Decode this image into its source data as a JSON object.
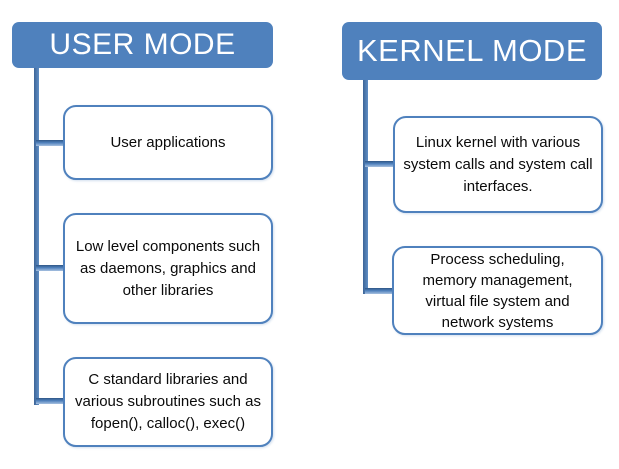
{
  "diagram": {
    "title": "User mode vs kernel mode hierarchy diagram",
    "colors": {
      "header_fill": "#4f81bd",
      "header_text": "#ffffff",
      "box_border": "#4f81bd",
      "box_fill": "#ffffff",
      "box_text": "#0a0a0a",
      "connector": "#4f81bd",
      "connector_dark": "#2f5685",
      "connector_light": "#a8c1e0"
    },
    "columns": [
      {
        "id": "user-mode",
        "header": "USER MODE",
        "boxes": [
          "User applications",
          "Low level components such\nas daemons, graphics and\nother libraries",
          "C standard libraries and\nvarious subroutines such as\nfopen(), calloc(), exec()"
        ]
      },
      {
        "id": "kernel-mode",
        "header": "KERNEL MODE",
        "boxes": [
          "Linux kernel with various\nsystem calls and system call\ninterfaces.",
          "Process scheduling,\nmemory management,\nvirtual file system and\nnetwork systems"
        ]
      }
    ]
  }
}
